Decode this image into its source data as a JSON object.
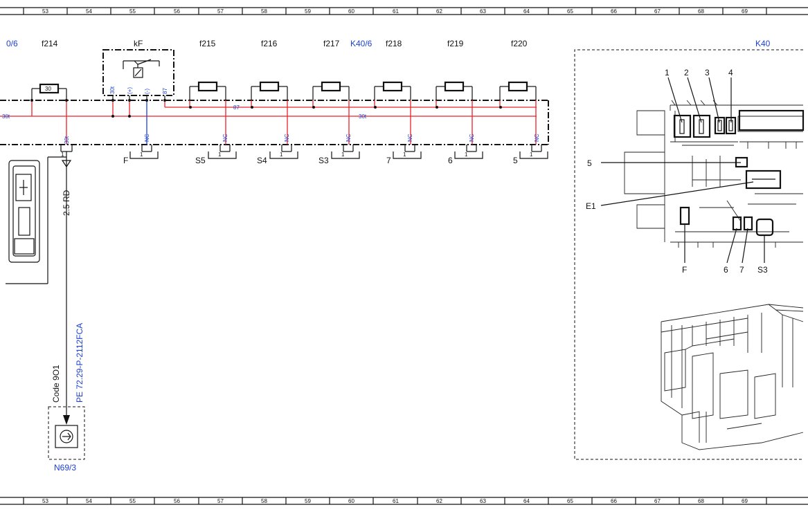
{
  "grid": {
    "columns": [
      "53",
      "54",
      "55",
      "56",
      "57",
      "58",
      "59",
      "60",
      "61",
      "62",
      "63",
      "64",
      "65",
      "66",
      "67",
      "68",
      "69"
    ]
  },
  "header_labels": {
    "left_ref": "0/6",
    "f214": "f214",
    "kF": "kF",
    "f215": "f215",
    "f216": "f216",
    "f217": "f217",
    "k40_6": "K40/6",
    "f218": "f218",
    "f219": "f219",
    "f220": "f220",
    "k40": "K40"
  },
  "fuse_f214_value": "30",
  "relay_pins": {
    "p30t": "30t",
    "plus": "(+)",
    "minus": "(-)",
    "p87": "87"
  },
  "bus_labels": {
    "left_30t": "30t",
    "bus_87": "87",
    "bus_30t": "30t"
  },
  "drop_f214_pin": "30t",
  "nc_label": "NC",
  "connectors": {
    "pin_value": "1",
    "names": [
      "F",
      "S5",
      "S4",
      "S3",
      "7",
      "6",
      "5"
    ]
  },
  "wire": {
    "gauge": "2.5 RD",
    "code": "Code 9O1",
    "reference": "PE 72.29-P-2112FCA"
  },
  "n69_label": "N69/3",
  "k40_callouts": [
    "1",
    "2",
    "3",
    "4",
    "5",
    "E1",
    "F",
    "6",
    "7",
    "S3"
  ],
  "colors": {
    "blue": "#1a3fd6",
    "red": "#e8202a",
    "black": "#111111"
  }
}
